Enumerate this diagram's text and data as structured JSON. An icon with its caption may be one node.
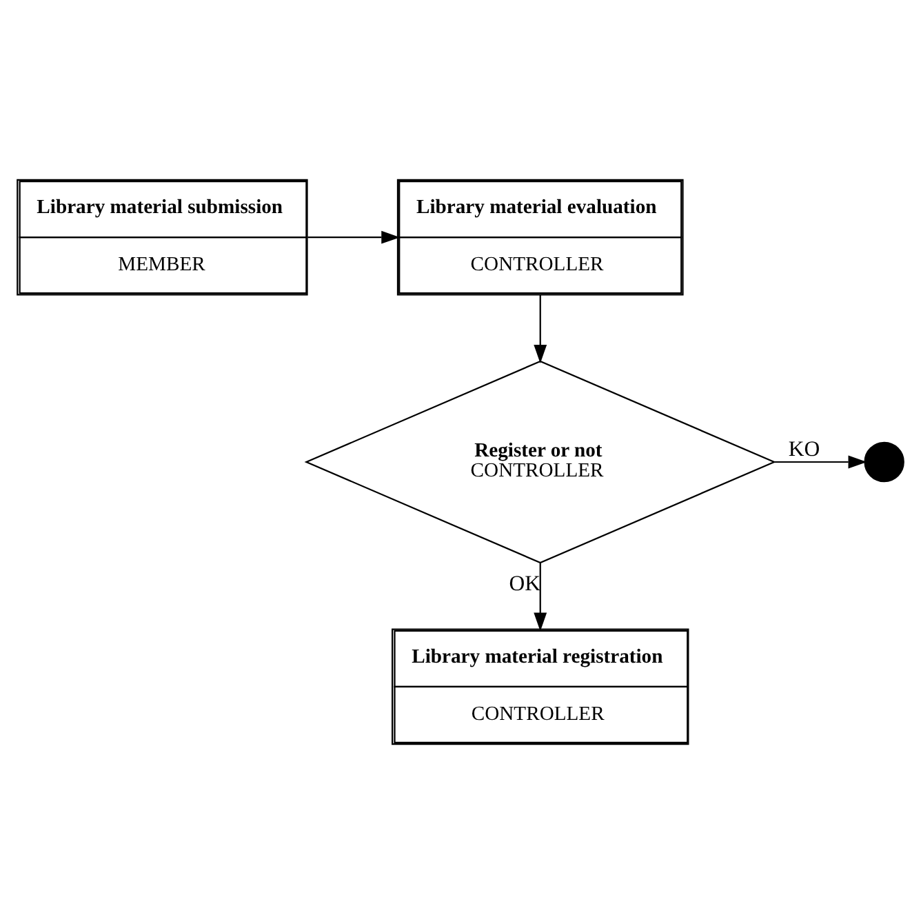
{
  "diagram": {
    "nodes": [
      {
        "text": [
          "Library material submission",
          "MEMBER"
        ]
      },
      {
        "text": [
          "Library material evaluation",
          "CONTROLLER"
        ]
      },
      {
        "text": [
          "Register or not",
          "CONTROLLER"
        ]
      },
      {
        "text": [],
        "shape": "circle"
      },
      {
        "text": [
          "Library material registration",
          "CONTROLLER"
        ]
      }
    ],
    "edges": [
      {
        "from": 0,
        "to": 1,
        "arrow": "to"
      },
      {
        "from": 1,
        "to": 2,
        "arrow": "to"
      },
      {
        "from": 2,
        "to": 3,
        "arrow": "to",
        "label": "KO"
      },
      {
        "from": 2,
        "to": 4,
        "arrow": "to",
        "label": "OK"
      }
    ]
  }
}
